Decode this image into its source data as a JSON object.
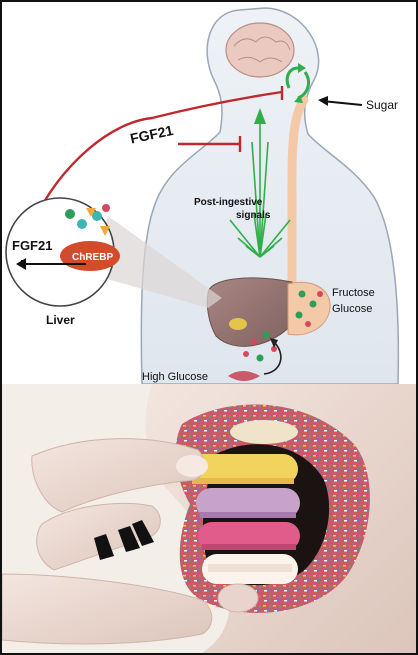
{
  "diagram": {
    "labels": {
      "fgf21_signal": "FGF21",
      "fgf21_gene": "FGF21",
      "chrebp": "ChREBP",
      "liver": "Liver",
      "sugar": "Sugar",
      "post_ingestive": "Post-ingestive",
      "signals": "signals",
      "fructose": "Fructose",
      "glucose": "Glucose",
      "high_glucose": "High Glucose"
    },
    "colors": {
      "inhibition": "#c0282e",
      "signals": "#2fae4a",
      "gut_tube": "#f3c9a8",
      "body_outline": "#9aa7b6",
      "brain": "#e9c9c0",
      "liver": "#9c7a77",
      "chrebp": "#d24b2a"
    }
  },
  "photo": {
    "icons": [
      "lips",
      "macaron-stack",
      "fingers"
    ]
  }
}
